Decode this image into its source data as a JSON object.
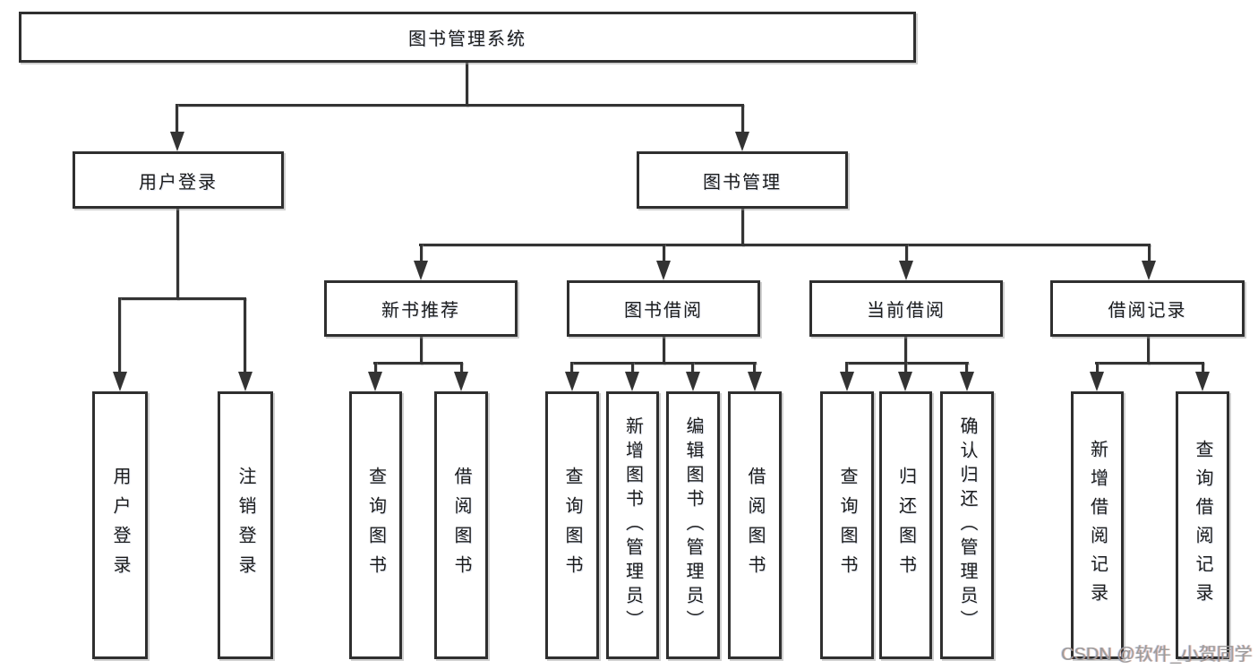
{
  "colors": {
    "line": "#333333",
    "box_border": "#2f2f2f",
    "text": "#1c1c1c",
    "background": "#ffffff",
    "watermark": "#9c9c9c"
  },
  "watermark": {
    "text": "CSDN @软件_小贺同学"
  },
  "diagram": {
    "root": {
      "label": "图书管理系统"
    },
    "level2": {
      "user_login": {
        "label": "用户登录"
      },
      "book_management": {
        "label": "图书管理"
      }
    },
    "level3": {
      "new_book_recommend": {
        "label": "新书推荐"
      },
      "book_borrow": {
        "label": "图书借阅"
      },
      "current_borrow": {
        "label": "当前借阅"
      },
      "borrow_records": {
        "label": "借阅记录"
      }
    },
    "leaves": {
      "user_login_leaf": {
        "label": "用户登录"
      },
      "logout": {
        "label": "注销登录"
      },
      "nb_query_books": {
        "label": "查询图书"
      },
      "nb_borrow_books": {
        "label": "借阅图书"
      },
      "bb_query_books": {
        "label": "查询图书"
      },
      "bb_add_books": {
        "label": "新增图书（管理员）"
      },
      "bb_edit_books": {
        "label": "编辑图书（管理员）"
      },
      "bb_borrow_books": {
        "label": "借阅图书"
      },
      "cb_query_books": {
        "label": "查询图书"
      },
      "cb_return_books": {
        "label": "归还图书"
      },
      "cb_confirm_return": {
        "label": "确认归还（管理员）"
      },
      "br_add_record": {
        "label": "新增借阅记录"
      },
      "br_query_record": {
        "label": "查询借阅记录"
      }
    }
  }
}
